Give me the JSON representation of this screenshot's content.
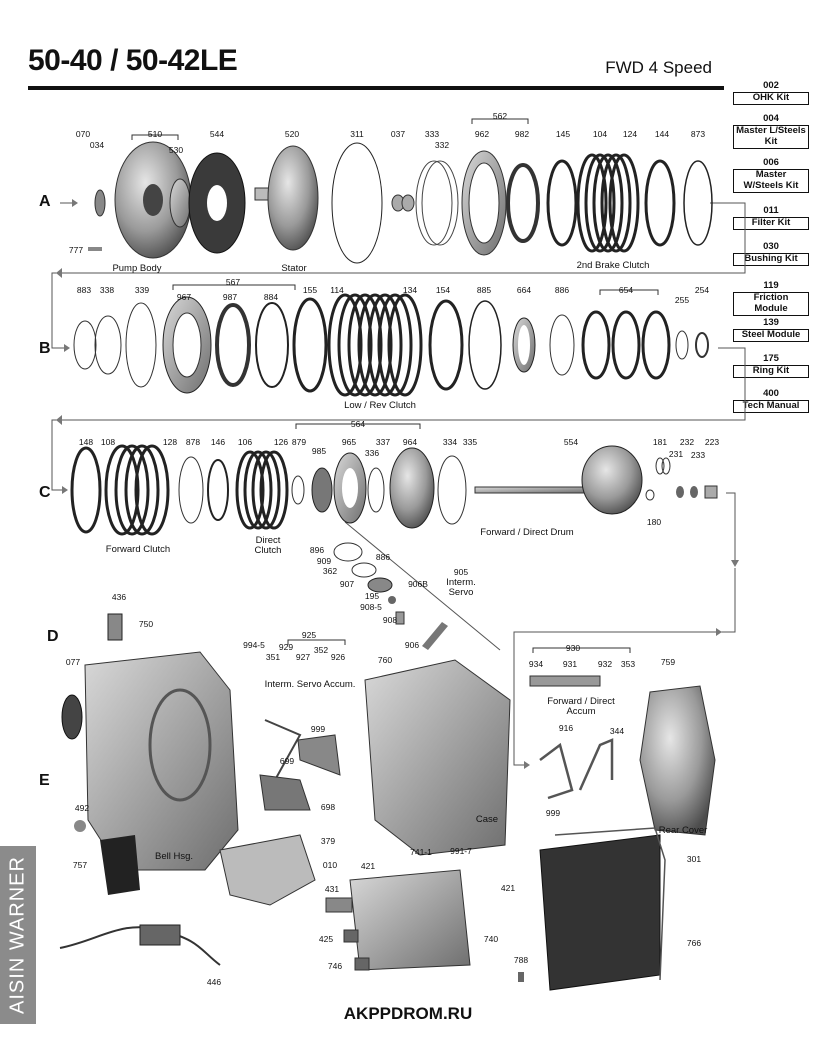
{
  "header": {
    "title": "50-40 / 50-42LE",
    "subtitle": "FWD 4 Speed"
  },
  "kits": [
    {
      "code": "002",
      "label": "OHK Kit"
    },
    {
      "code": "004",
      "label": "Master L/Steels Kit"
    },
    {
      "code": "006",
      "label": "Master W/Steels Kit"
    },
    {
      "code": "011",
      "label": "Filter Kit"
    },
    {
      "code": "030",
      "label": "Bushing Kit"
    },
    {
      "code": "119",
      "label": "Friction Module"
    },
    {
      "code": "139",
      "label": "Steel Module"
    },
    {
      "code": "175",
      "label": "Ring Kit"
    },
    {
      "code": "400",
      "label": "Tech Manual"
    }
  ],
  "rows": [
    "A",
    "B",
    "C",
    "D",
    "E"
  ],
  "row_a": {
    "numbers": [
      "070",
      "034",
      "510",
      "530",
      "544",
      "520",
      "311",
      "037",
      "333",
      "332",
      "562",
      "962",
      "982",
      "145",
      "104",
      "124",
      "144",
      "873",
      "777"
    ],
    "captions": [
      "Pump Body",
      "Stator",
      "2nd Brake Clutch"
    ]
  },
  "row_b": {
    "numbers": [
      "883",
      "338",
      "339",
      "567",
      "967",
      "987",
      "884",
      "155",
      "114",
      "134",
      "154",
      "885",
      "664",
      "886",
      "654",
      "255",
      "254"
    ],
    "captions": [
      "Low / Rev Clutch"
    ]
  },
  "row_c": {
    "numbers": [
      "148",
      "108",
      "128",
      "878",
      "146",
      "106",
      "126",
      "879",
      "564",
      "985",
      "965",
      "337",
      "336",
      "964",
      "334",
      "335",
      "554",
      "181",
      "231",
      "232",
      "233",
      "223",
      "180"
    ],
    "captions": [
      "Forward Clutch",
      "Direct Clutch",
      "Forward / Direct Drum"
    ]
  },
  "servo": {
    "numbers": [
      "896",
      "909",
      "886",
      "362",
      "905",
      "907",
      "906B",
      "195",
      "908-5",
      "908",
      "906"
    ],
    "caption": "Interm. Servo"
  },
  "lower": {
    "numbers": [
      "436",
      "750",
      "077",
      "994-5",
      "925",
      "929",
      "351",
      "927",
      "352",
      "926",
      "760",
      "930",
      "934",
      "931",
      "932",
      "353",
      "759",
      "916",
      "344",
      "999",
      "699",
      "698",
      "492",
      "379",
      "010",
      "999",
      "741-1",
      "991-7",
      "421",
      "421",
      "431",
      "740",
      "425",
      "746",
      "301",
      "766",
      "788",
      "757",
      "446"
    ],
    "captions": [
      "Interm. Servo Accum.",
      "Forward / Direct Accum",
      "Case",
      "Rear Cover",
      "Bell Hsg."
    ]
  },
  "side_label": "AISIN WARNER",
  "watermark": "AKPPDROM.RU"
}
